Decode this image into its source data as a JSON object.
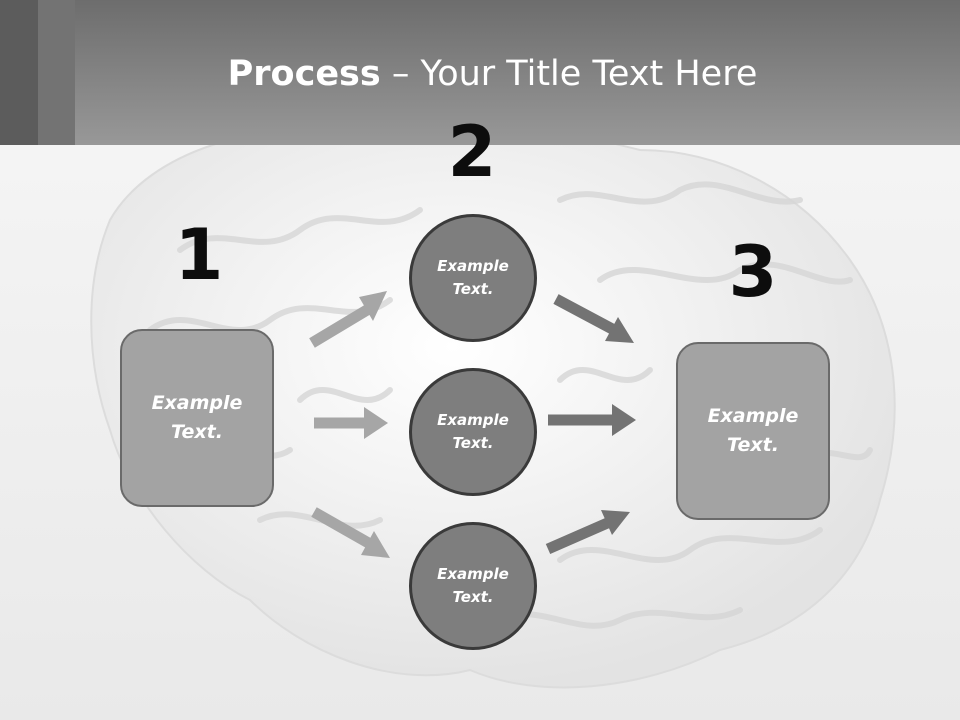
{
  "title": {
    "bold": "Process",
    "rest": " – Your Title Text Here"
  },
  "steps": {
    "one": "1",
    "two": "2",
    "three": "3"
  },
  "left_box": {
    "text": "Example Text."
  },
  "circles": [
    {
      "text": "Example Text."
    },
    {
      "text": "Example Text."
    },
    {
      "text": "Example Text."
    }
  ],
  "right_box": {
    "text": "Example Text."
  },
  "colors": {
    "header": "#8a8a8a",
    "box_fill": "#a3a3a3",
    "circle_fill": "#7e7e7e",
    "arrow_light": "#a6a6a6",
    "arrow_dark": "#737373"
  }
}
